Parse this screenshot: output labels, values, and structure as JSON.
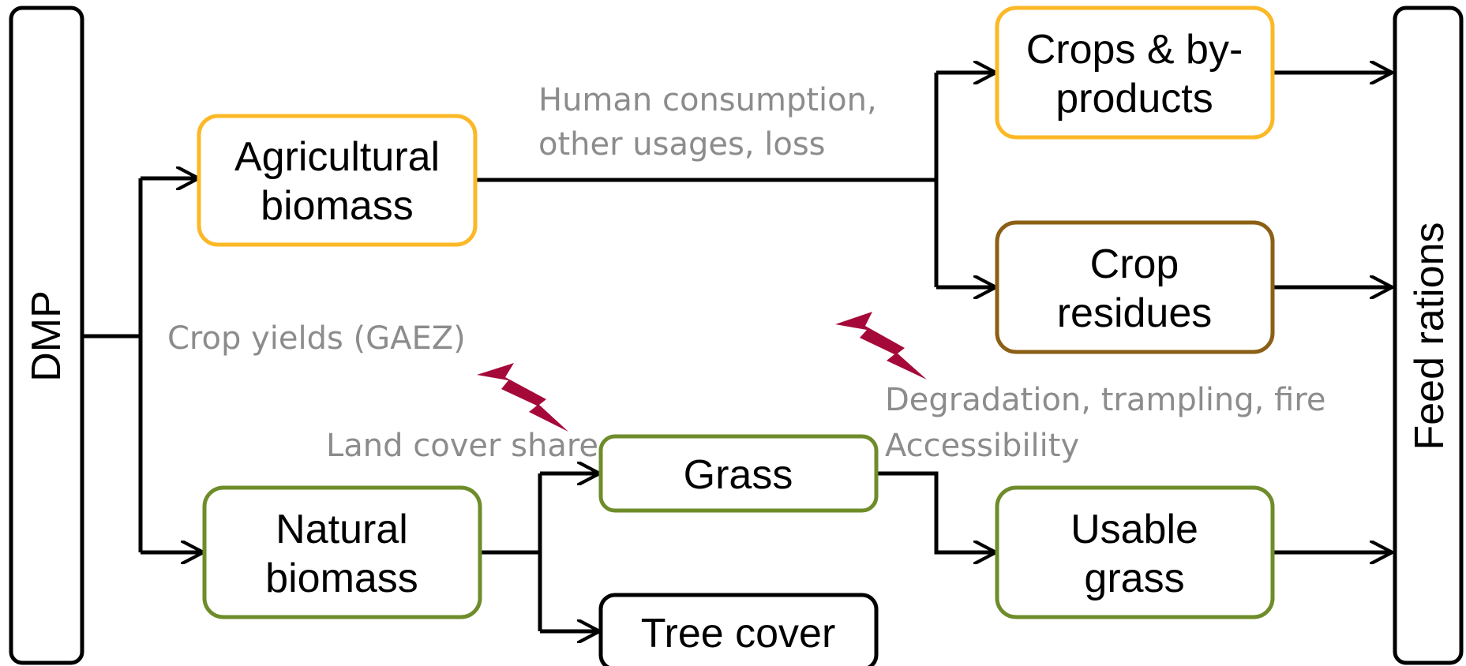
{
  "colors": {
    "crop_border": "#fcb827",
    "residue_border": "#8b5f14",
    "natural_border": "#6e8c2a",
    "neutral_border": "#000000",
    "annotation_text": "#8c8c8c",
    "lightning": "#a5093a"
  },
  "nodes": {
    "dmp": "DMP",
    "agricultural_biomass": [
      "Agricultural",
      "biomass"
    ],
    "natural_biomass": [
      "Natural",
      "biomass"
    ],
    "crops_byproducts": [
      "Crops & by-",
      "products"
    ],
    "crop_residues": [
      "Crop",
      "residues"
    ],
    "grass": "Grass",
    "tree_cover": "Tree cover",
    "usable_grass": [
      "Usable",
      "grass"
    ],
    "feed_rations": "Feed rations"
  },
  "annotations": {
    "human_consumption": [
      "Human consumption,",
      "other usages, loss"
    ],
    "crop_yields": "Crop yields (GAEZ)",
    "land_cover_share": "Land cover share",
    "degradation": [
      "Degradation, trampling, fire",
      "Accessibility"
    ]
  },
  "icons": [
    "lightning-icon",
    "lightning-icon"
  ]
}
